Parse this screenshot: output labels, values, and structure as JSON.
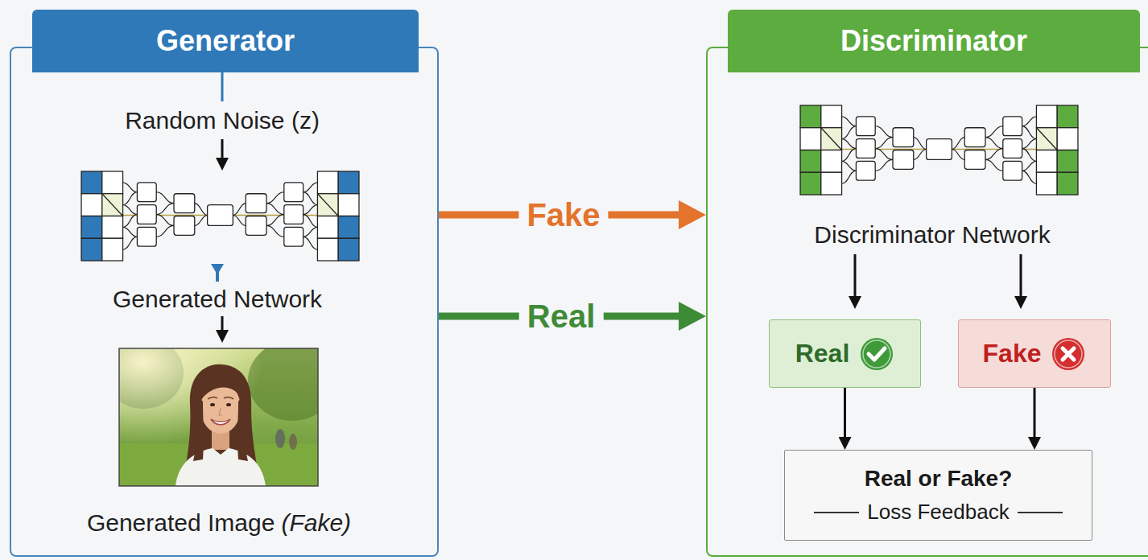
{
  "diagram": {
    "nodes": [
      {
        "text": [
          "Generator"
        ]
      },
      {
        "text": [
          "Discriminator"
        ]
      },
      {
        "text": [
          "Real"
        ],
        "in": 1
      },
      {
        "text": [
          "Fake"
        ],
        "in": 1
      },
      {
        "text": [
          "Real or Fake?",
          "Loss Feedback"
        ],
        "in": 1
      }
    ],
    "edges": [
      {
        "from": 0,
        "to": 1,
        "label": "Fake",
        "arrow": "to"
      },
      {
        "from": 0,
        "to": 1,
        "label": "Real",
        "arrow": "to"
      },
      {
        "from": 2,
        "to": 4,
        "arrow": "to"
      },
      {
        "from": 3,
        "to": 4,
        "arrow": "to"
      }
    ],
    "labels": [
      "Random Noise (z)",
      "Generated Network",
      "Generated Image",
      "(Fake)",
      "Discriminator Network"
    ]
  }
}
